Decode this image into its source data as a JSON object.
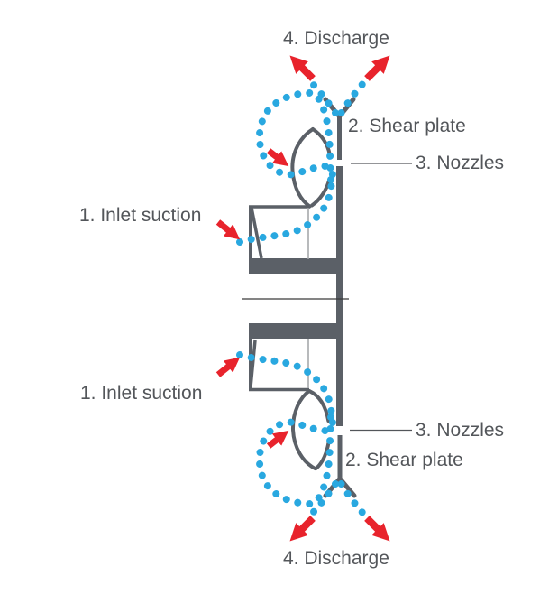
{
  "diagram": {
    "type": "pump-cross-section-flow-diagram",
    "labels": {
      "discharge_top": "4. Discharge",
      "shear_plate_top": "2. Shear plate",
      "nozzles_top": "3. Nozzles",
      "inlet_top": "1. Inlet suction",
      "inlet_bottom": "1. Inlet suction",
      "nozzles_bottom": "3. Nozzles",
      "shear_plate_bottom": "2. Shear plate",
      "discharge_bottom": "4. Discharge"
    },
    "colors": {
      "structure_gray": "#5B6067",
      "flow_blue": "#29A8E0",
      "arrow_red": "#E8232C",
      "text_gray": "#53565A",
      "thin_line_gray": "#A7A9AC",
      "centerline": "#3B3B3B",
      "background": "#FFFFFF"
    }
  }
}
